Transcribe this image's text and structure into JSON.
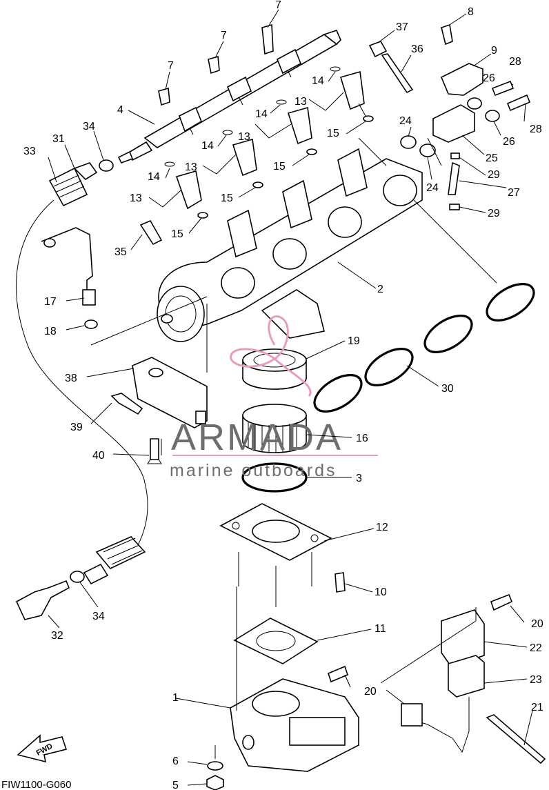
{
  "diagram": {
    "code": "FIW1100-G060",
    "fwd_label": "FWD",
    "watermark": {
      "brand": "ARMADA",
      "tagline": "marine outboards",
      "color": "#6d6d6d",
      "accent": "#e79cc0"
    },
    "callouts": {
      "c1": "1",
      "c2": "2",
      "c3": "3",
      "c4": "4",
      "c5": "5",
      "c6": "6",
      "c7a": "7",
      "c7b": "7",
      "c7c": "7",
      "c8": "8",
      "c9": "9",
      "c10": "10",
      "c11": "11",
      "c12": "12",
      "c13a": "13",
      "c13b": "13",
      "c13c": "13",
      "c13d": "13",
      "c14a": "14",
      "c14b": "14",
      "c14c": "14",
      "c14d": "14",
      "c15a": "15",
      "c15b": "15",
      "c15c": "15",
      "c15d": "15",
      "c16": "16",
      "c17": "17",
      "c18": "18",
      "c19": "19",
      "c20a": "20",
      "c20b": "20",
      "c21": "21",
      "c22": "22",
      "c23": "23",
      "c24a": "24",
      "c24b": "24",
      "c25": "25",
      "c26a": "26",
      "c26b": "26",
      "c27": "27",
      "c28a": "28",
      "c28b": "28",
      "c29a": "29",
      "c29b": "29",
      "c30": "30",
      "c31": "31",
      "c32": "32",
      "c33": "33",
      "c34a": "34",
      "c34b": "34",
      "c35": "35",
      "c36": "36",
      "c37": "37",
      "c38": "38",
      "c39": "39",
      "c40": "40"
    }
  }
}
